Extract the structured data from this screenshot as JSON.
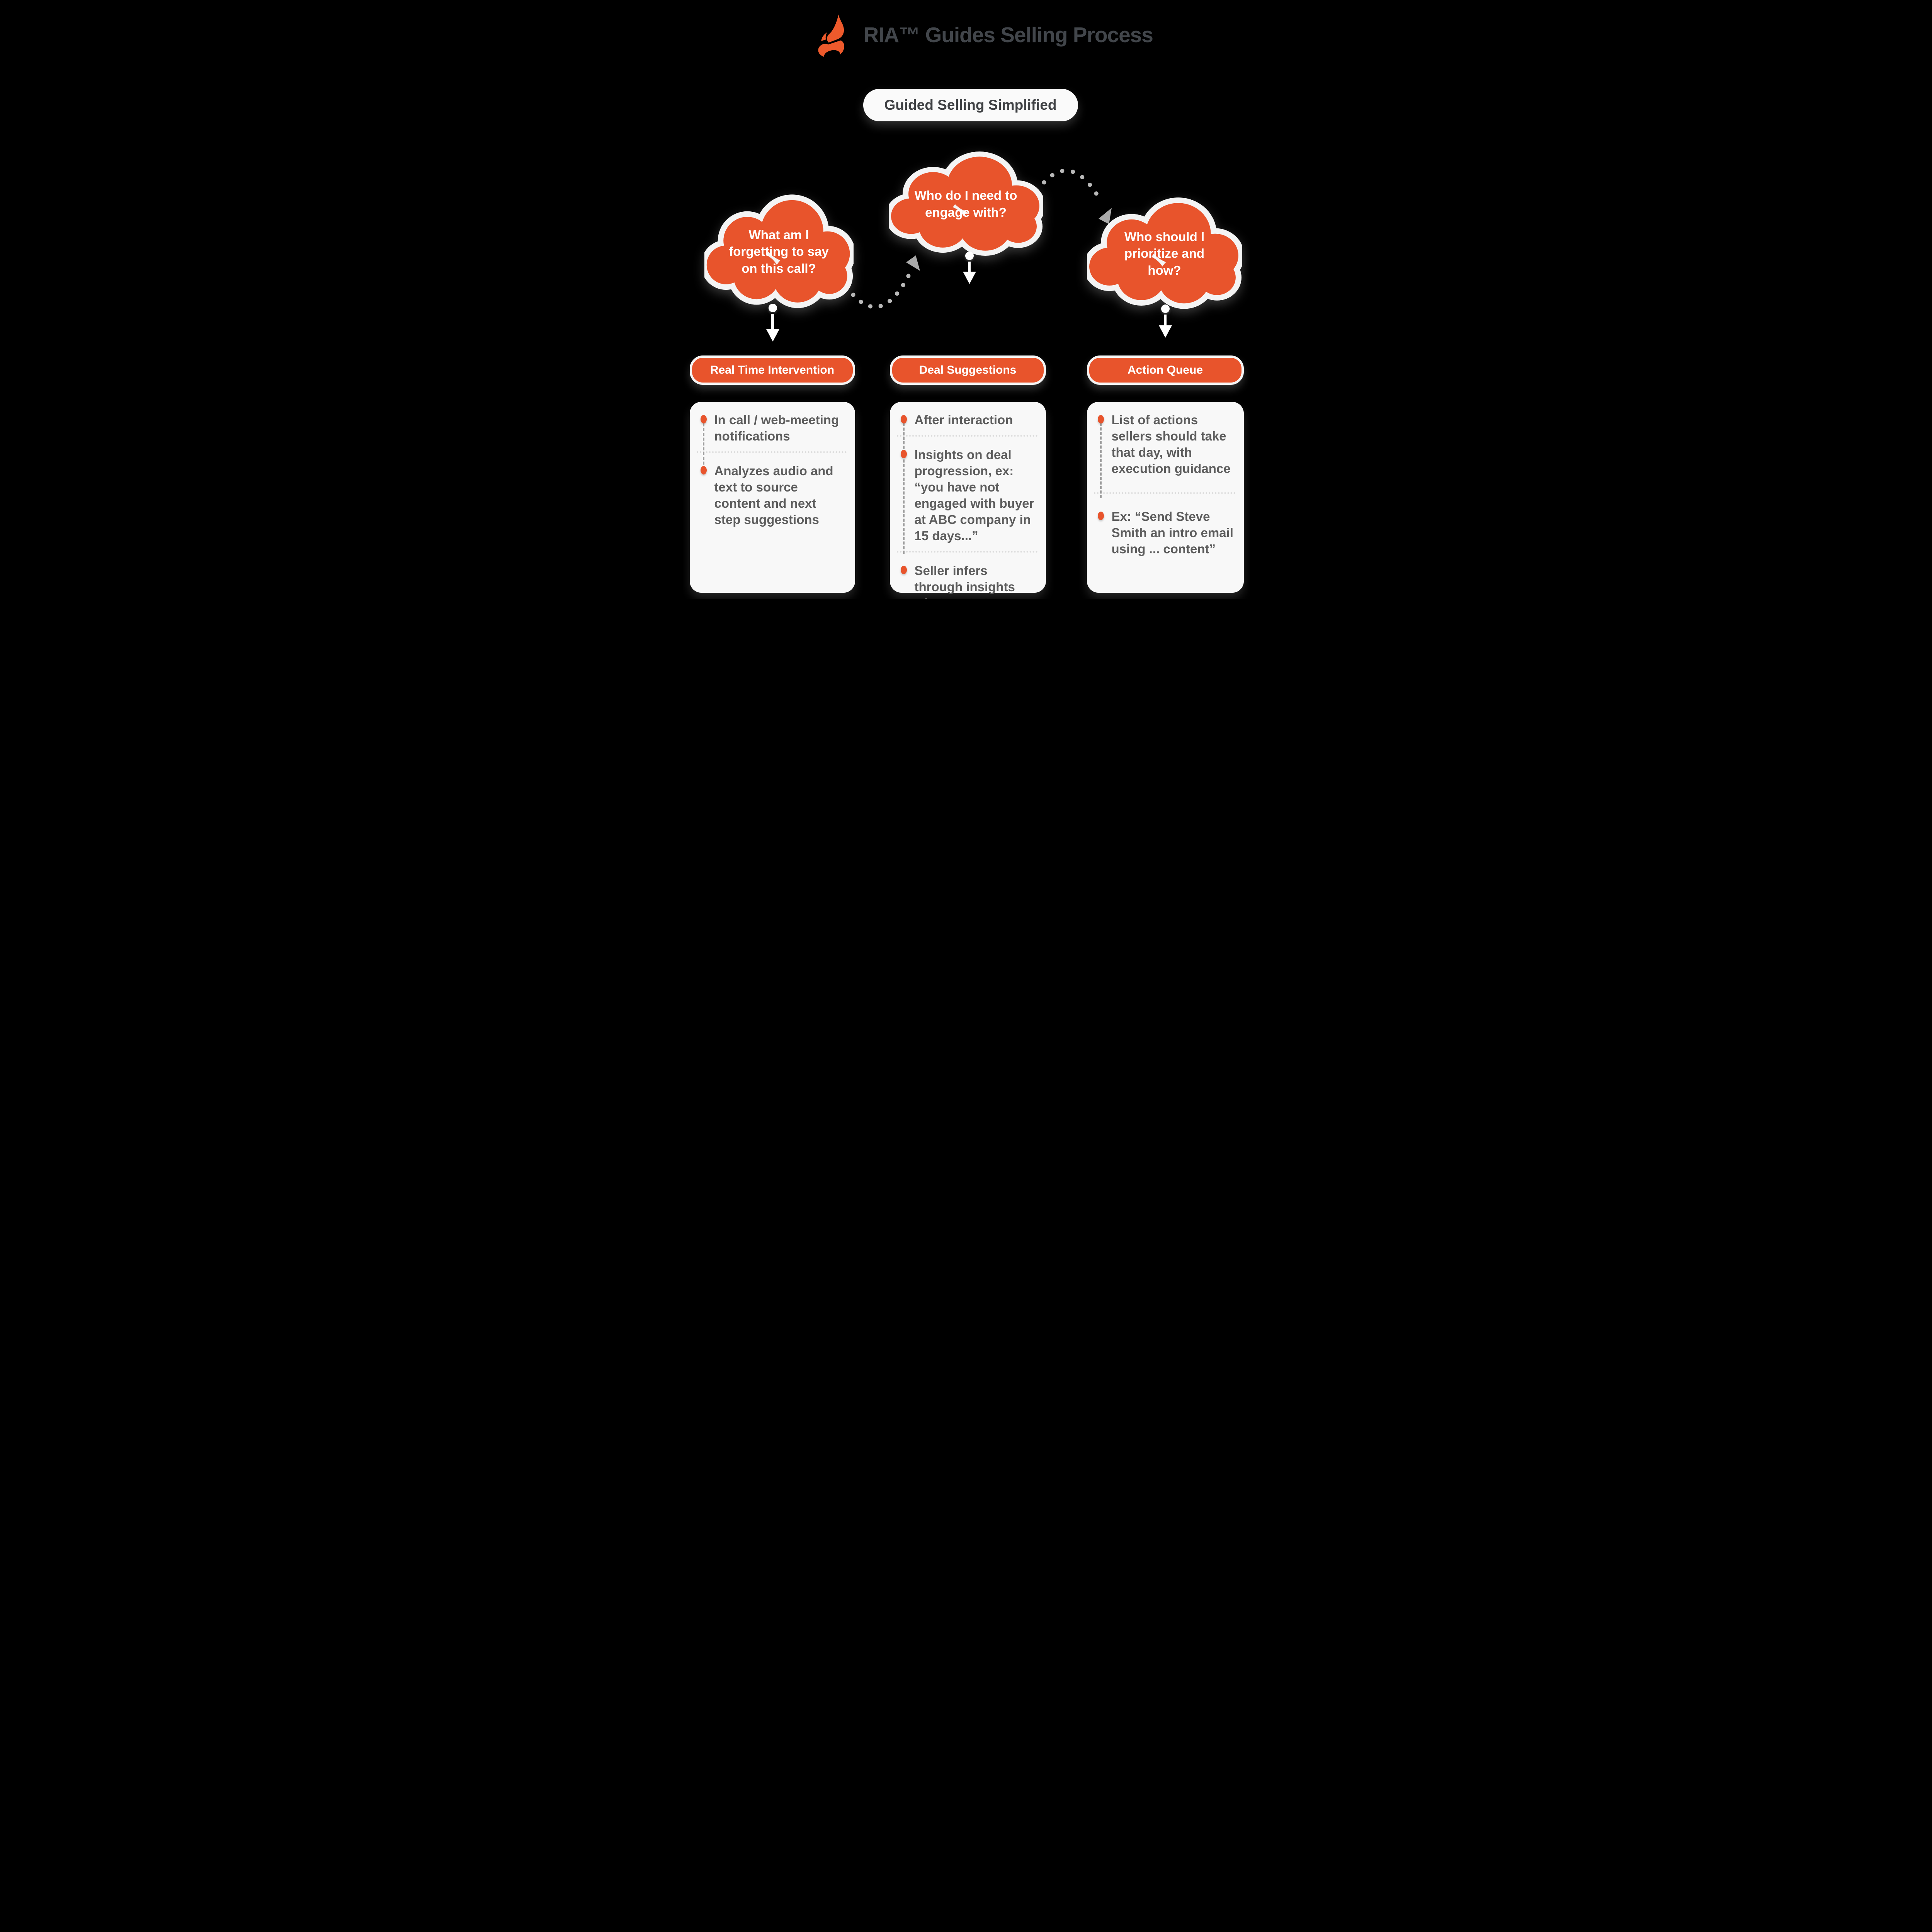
{
  "header": {
    "logo_icon": "flame-icon",
    "title": "RIA™ Guides Selling Process"
  },
  "banner": {
    "label": "Guided Selling Simplified"
  },
  "columns": [
    {
      "cloud": {
        "lines": [
          "What am I",
          "forgetting to say",
          "on this call?"
        ]
      },
      "pill": "Real Time Intervention",
      "bullets": [
        "In call / web-meeting notifications",
        "Analyzes audio and text to source content and next step suggestions"
      ]
    },
    {
      "cloud": {
        "lines": [
          "Who do I need to",
          "engage with?"
        ]
      },
      "pill": "Deal Suggestions",
      "bullets": [
        "After interaction",
        "Insights on deal progression, ex: “you have not engaged with buyer at ABC company in 15 days...”",
        "Seller infers through insights what next steps should be"
      ]
    },
    {
      "cloud": {
        "lines": [
          "Who should I",
          "prioritize and",
          "how?"
        ]
      },
      "pill": "Action Queue",
      "bullets": [
        "List of actions sellers should take that day, with execution guidance",
        "Ex: “Send Steve Smith an intro email using ... content”"
      ]
    }
  ],
  "colors": {
    "background": "#000000",
    "accent_orange": "#E8542C",
    "flame_orange": "#EE5A2C",
    "card_background": "#F8F8F8",
    "title_text": "#42464B",
    "body_text": "#5C5C5C",
    "cloud_text": "#FFFFFF",
    "arc_dots": "#B9B9B9",
    "arrowhead_gray": "#ABABAB"
  }
}
